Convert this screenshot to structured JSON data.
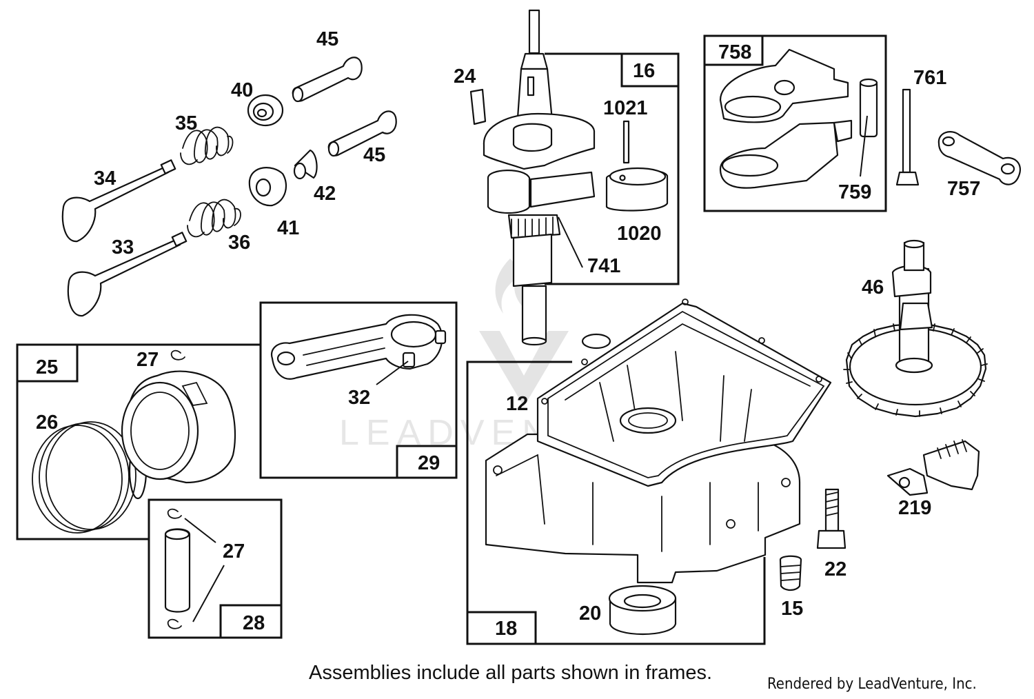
{
  "labels": {
    "p45a": "45",
    "p40": "40",
    "p35": "35",
    "p45b": "45",
    "p34": "34",
    "p42": "42",
    "p41": "41",
    "p33": "33",
    "p36": "36",
    "p24": "24",
    "p16": "16",
    "p1021": "1021",
    "p1020": "1020",
    "p741": "741",
    "p758": "758",
    "p761": "761",
    "p759": "759",
    "p757": "757",
    "p46": "46",
    "p25": "25",
    "p27a": "27",
    "p26": "26",
    "p32": "32",
    "p29": "29",
    "p12": "12",
    "p27b": "27",
    "p28": "28",
    "p219": "219",
    "p22": "22",
    "p15": "15",
    "p20": "20",
    "p18": "18"
  },
  "footer": {
    "note": "Assemblies include all parts shown in frames.",
    "credit": "Rendered by LeadVenture, Inc."
  },
  "watermark": {
    "text": "LEADVENTURE"
  },
  "colors": {
    "ink": "#111111",
    "watermark": "#e4e4e4",
    "background": "#ffffff"
  }
}
